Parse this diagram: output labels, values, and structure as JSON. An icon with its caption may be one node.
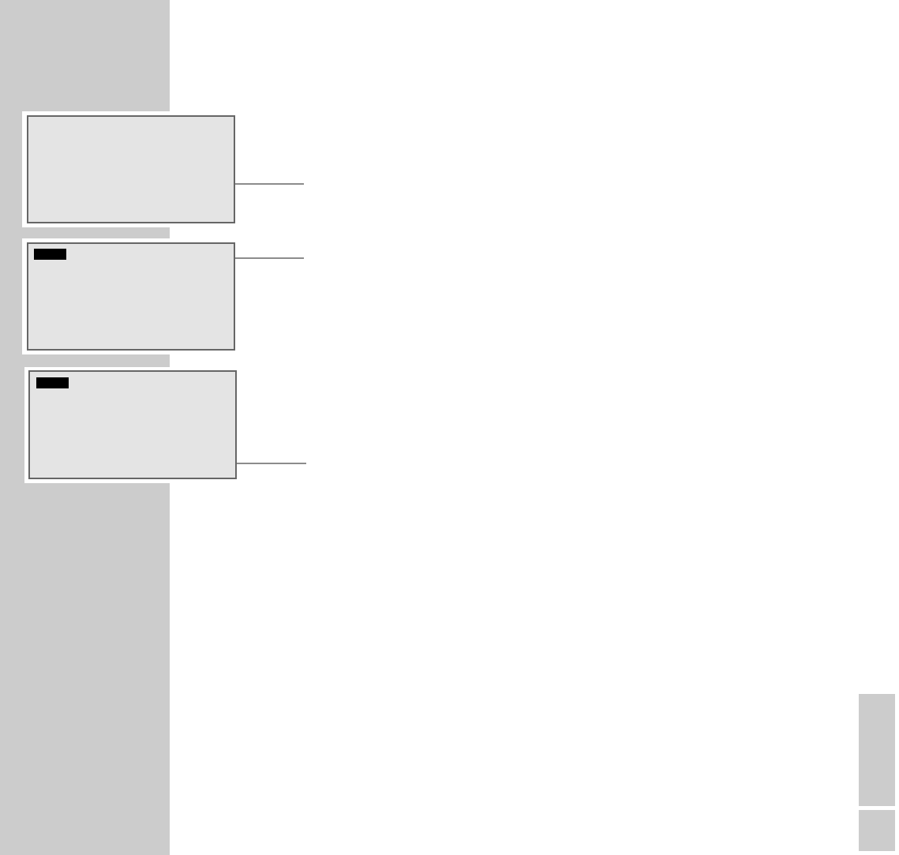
{
  "diagram": {
    "nodes": [
      {
        "text": [],
        "shape": "box"
      },
      {
        "text": [],
        "shape": "box"
      },
      {
        "text": [],
        "shape": "box"
      },
      {
        "text": [],
        "shape": "bar"
      },
      {
        "text": [],
        "shape": "bar"
      }
    ],
    "edges": [
      {
        "from": 0,
        "to": null,
        "arrow": "none"
      },
      {
        "from": 1,
        "to": null,
        "arrow": "none"
      },
      {
        "from": 2,
        "to": null,
        "arrow": "none"
      }
    ]
  }
}
